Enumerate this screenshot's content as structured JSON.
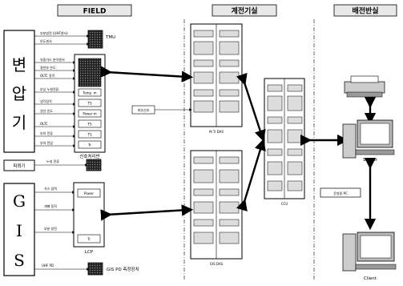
{
  "headers": {
    "field": "FIELD",
    "room": "계전기실",
    "panel_room": "배전반실"
  },
  "equipment": {
    "transformer": [
      "변",
      "압",
      "기"
    ],
    "arrester": "피뢰기",
    "gis": [
      "G",
      "I",
      "S"
    ]
  },
  "transformer_signals": [
    "부분방전 (UHF센서)",
    "온도센서",
    "유중가스 분석센서",
    "절연유 온도",
    "OLTC 동작",
    "부싱 누설전류",
    "냉각장치",
    "권선 온도",
    "OLTC",
    "부하 전류",
    "부하 전압"
  ],
  "field_units": {
    "tmu": "TMU",
    "sensor_panel": "신호처리반",
    "box_labels": [
      "Temp. m",
      "TS",
      "Power m",
      "TS",
      "TS",
      "Tr"
    ],
    "arrester_signal": "누설 전류",
    "gis_signals": [
      "가스 압력",
      "개폐 동작",
      "부분 방전"
    ],
    "lcp": "LCP",
    "lcp_boxes": [
      "Power",
      "Tr"
    ],
    "pd_signal": "UHF PD",
    "pd_device": "GIS PD 측정장치"
  },
  "room_units": {
    "mtr_das": "M.Tr DAS",
    "gis_das": "GIS DAS",
    "ccu": "CCU",
    "aux_label": "외부신호"
  },
  "panel_units": {
    "server": "Server",
    "operator_pc": "운영용 PC",
    "client": "Client"
  }
}
